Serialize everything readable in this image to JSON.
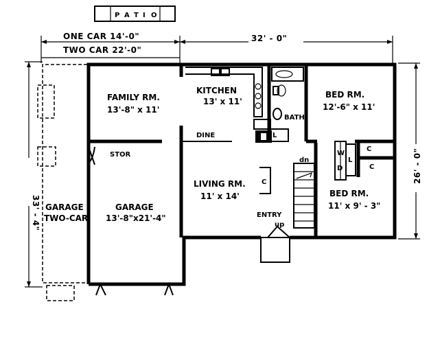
{
  "patio": {
    "letters": [
      "P",
      "A",
      "T",
      "I",
      "O"
    ]
  },
  "dimensions": {
    "one_car": "ONE CAR  14'-0\"",
    "two_car": "TWO CAR  22'-0\"",
    "width": "32' - 0\"",
    "depth_right": "26' - 0\"",
    "depth_left": "33' - 4\""
  },
  "rooms": {
    "family": {
      "name": "FAMILY RM.",
      "size": "13'-8\" x 11'"
    },
    "kitchen": {
      "name": "KITCHEN",
      "size": "13' x 11'"
    },
    "bed1": {
      "name": "BED RM.",
      "size": "12'-6\" x 11'"
    },
    "bath": "BATH",
    "dine": "DINE",
    "stor": "STOR",
    "living": {
      "name": "LIVING RM.",
      "size": "11' x 14'"
    },
    "garage": {
      "name": "GARAGE",
      "size": "13'-8\"x21'-4\""
    },
    "garage2": {
      "name": "GARAGE",
      "size": "TWO-CAR"
    },
    "bed2": {
      "name": "BED RM.",
      "size": "11' x 9' - 3\""
    },
    "entry": "ENTRY"
  },
  "marks": {
    "closet": "C",
    "laundry": "L",
    "dn": "dn",
    "up": "up",
    "washer": "W",
    "dryer": "D"
  }
}
